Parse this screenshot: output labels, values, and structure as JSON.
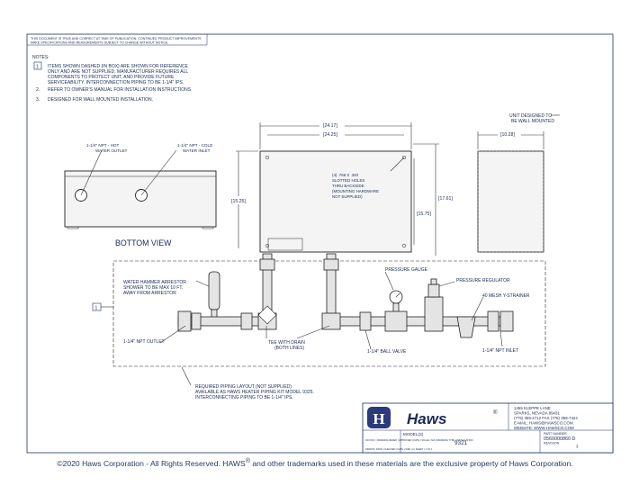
{
  "disclaimer": [
    "THIS DOCUMENT IS TRUE AND CORRECT AT TIME OF PUBLICATION. CONTINUED PRODUCT IMPROVEMENTS",
    "MAKE SPECIFICATIONS AND MEASUREMENTS SUBJECT TO CHANGE WITHOUT NOTICE."
  ],
  "notes": {
    "heading": "NOTES:",
    "items": [
      {
        "num": "1",
        "lines": [
          "ITEMS SHOWN DASHED (IN BOX) ARE SHOWN FOR REFERENCE",
          "ONLY AND ARE NOT SUPPLIED. MANUFACTURER REQUIRES ALL",
          "COMPONENTS TO PROTECT UNIT, AND PROVIDE FUTURE",
          "SERVICEABILITY. INTERCONNECTION PIPING TO BE 1-1/4\" IPS."
        ]
      },
      {
        "num": "2.",
        "lines": [
          "REFER TO OWNER'S MANUAL FOR INSTALLATION INSTRUCTIONS"
        ]
      },
      {
        "num": "3.",
        "lines": [
          "DESIGNED FOR WALL MOUNTED INSTALLATION."
        ]
      }
    ]
  },
  "bottom_view": {
    "title": "BOTTOM VIEW",
    "hot": [
      "1-1/4\" NPT - HOT",
      "WATER OUTLET"
    ],
    "cold": [
      "1-1/4\" NPT - COLD",
      "WATER INLET"
    ]
  },
  "front_view": {
    "dim_outer": "[24.17]",
    "dim_inner": "[24.25]",
    "dim_height_left": "[15.25]",
    "dim_height_inner": "[15.75]",
    "dim_height_right": "[17.61]",
    "slots": [
      "(4) .766 X .340",
      "SLOTTED HOLES",
      "THRU BACKSIDE",
      "(MOUNTING HARDWARE",
      "NOT SUPPLIED)"
    ]
  },
  "side_view": {
    "label": [
      "UNIT DESIGNED TO",
      "BE WALL MOUNTED"
    ],
    "dim_depth": "[10.28]"
  },
  "piping": {
    "box_tag": "1",
    "arrestor": [
      "WATER HAMMER ARRESTOR",
      "SHOWER TO BE MAX 10 FT.",
      "AWAY FROM ARRESTOR"
    ],
    "outlet": "1-1/4\" NPT OUTLET",
    "tee": [
      "TEE WITH DRAIN",
      "(BOTH LINES)"
    ],
    "ball_valve": "1-1/4\" BALL VALVE",
    "gauge": "PRESSURE GAUGE",
    "regulator": "PRESSURE REGULATOR",
    "strainer": "40 MESH Y-STRAINER",
    "inlet": "1-1/4\" NPT INLET",
    "required": [
      "REQUIRED PIPING LAYOUT (NOT SUPPLIED)",
      "AVAILABLE AS HAWS HEATER PIPING KIT MODEL 9325.",
      "INTERCONNECTING PIPING TO BE 1-1/4\" IPS."
    ]
  },
  "title_block": {
    "brand": "Haws",
    "registered": "®",
    "address": [
      "1455 KLEPPE LANE",
      "SPARKS, NEVADA 89431",
      "(775) 359-4712  FAX (775) 359-7424",
      "E-MAIL: HAWS@HAWSCO.COM",
      "WEBSITE: WWW.HAWSCO.COM"
    ],
    "model_label": "MODEL(S)",
    "model": "9321",
    "part_label": "PART NUMBER",
    "part": "0560000860 D",
    "revision_label": "REVISION",
    "revision": "3",
    "rows": [
      "DCN NO. | DRAWING REFER | APPROVED | DATE | SCALE | N/A | DRAWING TYPE | INSTALLATION",
      "DRAWN | DATE | CHECKED | DATE | SIZE | A | SHEET | 1 OF 1"
    ]
  },
  "footer": {
    "left": "©2020 Haws Corporation - All Rights Reserved.",
    "mid": " HAWS",
    "sup": "®",
    "right": "and other trademarks used in these materials are the exclusive property of Haws Corporation."
  }
}
